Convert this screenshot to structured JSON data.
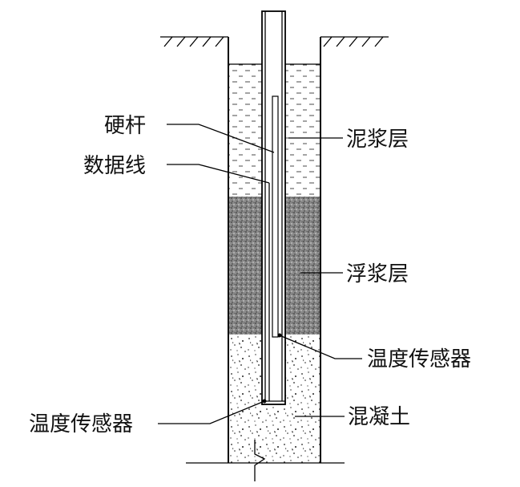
{
  "labels": {
    "hard_rod": "硬杆",
    "data_cable": "数据线",
    "mud_layer": "泥浆层",
    "slurry_layer": "浮浆层",
    "temp_sensor_upper": "温度传感器",
    "temp_sensor_lower": "温度传感器",
    "concrete": "混凝土"
  }
}
